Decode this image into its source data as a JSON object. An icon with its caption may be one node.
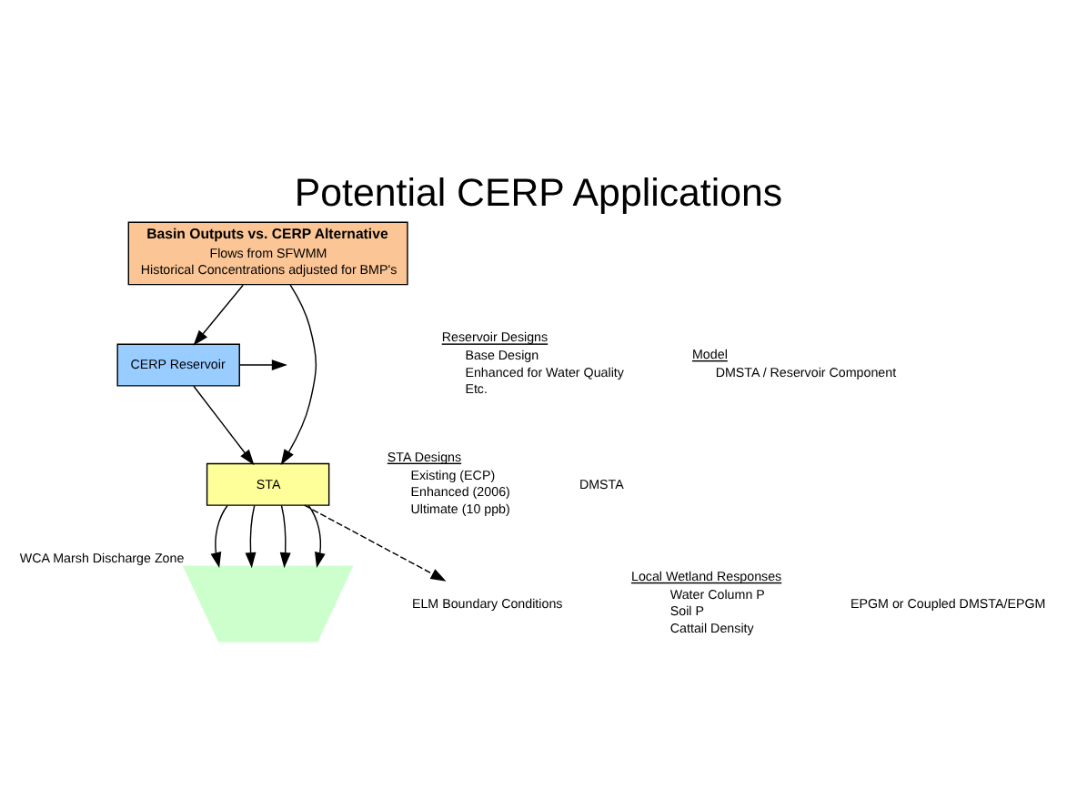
{
  "diagram": {
    "title": "Potential CERP Applications",
    "nodes": [
      {
        "text": [
          "Basin Outputs vs. CERP Alternative",
          "Flows from SFWMM",
          "Historical Concentrations adjusted for BMP's"
        ]
      },
      {
        "text": [
          "CERP Reservoir"
        ]
      },
      {
        "text": [
          "STA"
        ]
      },
      {
        "text": [],
        "shape": "box",
        "beside": [
          "WCA Marsh Discharge Zone"
        ]
      },
      {
        "text": [
          "ELM Boundary Conditions"
        ]
      }
    ],
    "edges": [
      {
        "from": 0,
        "to": 1,
        "arrow": "to"
      },
      {
        "from": 0,
        "to": 2,
        "arrow": "to"
      },
      {
        "from": 1,
        "to": null,
        "arrow": "to"
      },
      {
        "from": 1,
        "to": 2,
        "arrow": "to"
      },
      {
        "from": 2,
        "to": 3,
        "arrow": "to"
      },
      {
        "from": 2,
        "to": 3,
        "arrow": "to"
      },
      {
        "from": 2,
        "to": 3,
        "arrow": "to"
      },
      {
        "from": 2,
        "to": 3,
        "arrow": "to"
      },
      {
        "from": 2,
        "to": 4,
        "arrow": "to",
        "style": "dashed"
      }
    ],
    "labels": [
      "Model",
      "DMSTA / Reservoir Component",
      "Reservoir Designs",
      "Base Design",
      "Enhanced for Water Quality",
      "Etc.",
      "DMSTA",
      "STA Designs",
      "Existing (ECP)",
      "Enhanced (2006)",
      "Ultimate (10 ppb)",
      "EPGM or Coupled DMSTA/EPGM",
      "Local Wetland Responses",
      "Water Column P",
      "Soil P",
      "Cattail Density"
    ]
  }
}
